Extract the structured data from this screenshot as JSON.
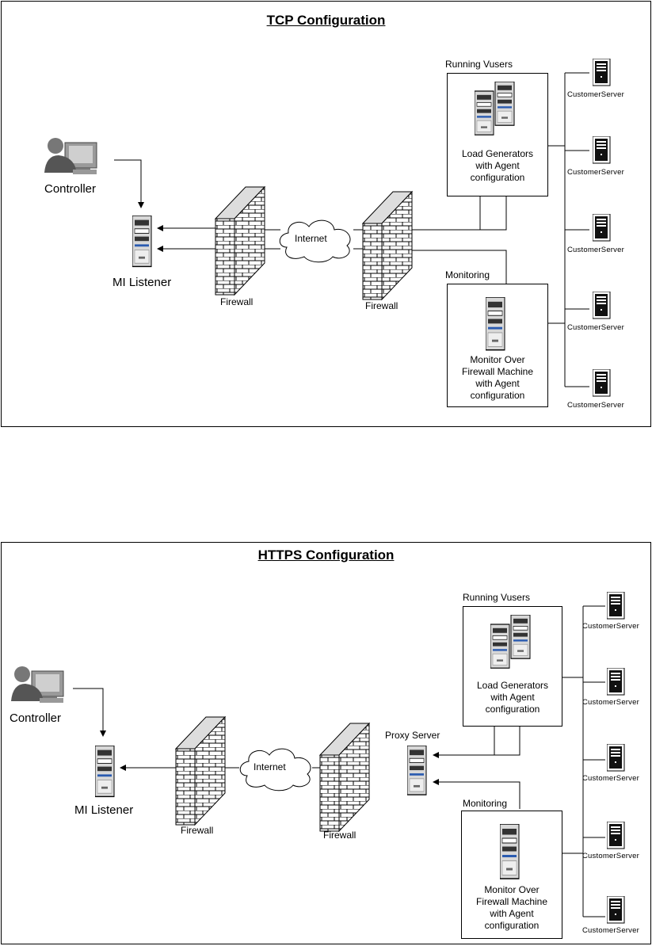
{
  "tcp": {
    "title": "TCP Configuration",
    "controller": "Controller",
    "mi_listener": "MI Listener",
    "internet": "Internet",
    "firewall_left": "Firewall",
    "firewall_right": "Firewall",
    "running_vusers": "Running Vusers",
    "load_generators": [
      "Load Generators",
      "with Agent",
      "configuration"
    ],
    "monitoring": "Monitoring",
    "monitor_machine": [
      "Monitor Over",
      "Firewall Machine",
      "with Agent",
      "configuration"
    ],
    "customer_servers": [
      "CustomerServer",
      "CustomerServer",
      "CustomerServer",
      "CustomerServer",
      "CustomerServer"
    ]
  },
  "https": {
    "title": "HTTPS Configuration",
    "controller": "Controller",
    "mi_listener": "MI Listener",
    "internet": "Internet",
    "firewall_left": "Firewall",
    "firewall_right": "Firewall",
    "proxy_server": "Proxy Server",
    "running_vusers": "Running Vusers",
    "load_generators": [
      "Load Generators",
      "with Agent",
      "configuration"
    ],
    "monitoring": "Monitoring",
    "monitor_machine": [
      "Monitor Over",
      "Firewall Machine",
      "with Agent",
      "configuration"
    ],
    "customer_servers": [
      "CustomerServer",
      "CustomerServer",
      "CustomerServer",
      "CustomerServer",
      "CustomerServer"
    ]
  }
}
